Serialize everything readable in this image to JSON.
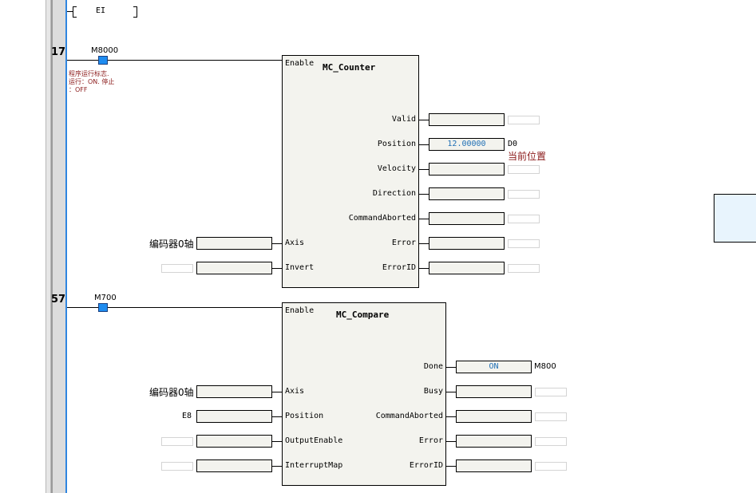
{
  "gutter": {
    "rung_numbers": [
      "17",
      "57"
    ]
  },
  "rung0": {
    "instruction": "EI"
  },
  "rung1": {
    "contact_device": "M8000",
    "contact_comment_lines": [
      "程序运行标志.",
      "运行：ON. 停止",
      "：OFF"
    ],
    "block": {
      "title": "MC_Counter",
      "inputs": [
        {
          "pin": "Enable"
        },
        {
          "pin": "Axis",
          "value": "",
          "label": "编码器0轴"
        },
        {
          "pin": "Invert",
          "value": "",
          "label": ""
        }
      ],
      "outputs": [
        {
          "pin": "Valid",
          "value": "",
          "label": ""
        },
        {
          "pin": "Position",
          "value": "12.00000",
          "label": "D0",
          "comment": "当前位置"
        },
        {
          "pin": "Velocity",
          "value": "",
          "label": ""
        },
        {
          "pin": "Direction",
          "value": "",
          "label": ""
        },
        {
          "pin": "CommandAborted",
          "value": "",
          "label": ""
        },
        {
          "pin": "Error",
          "value": "",
          "label": ""
        },
        {
          "pin": "ErrorID",
          "value": "",
          "label": ""
        }
      ]
    }
  },
  "rung2": {
    "contact_device": "M700",
    "block": {
      "title": "MC_Compare",
      "inputs": [
        {
          "pin": "Enable"
        },
        {
          "pin": "Axis",
          "value": "",
          "label": "编码器0轴"
        },
        {
          "pin": "Position",
          "value": "",
          "label": "E8"
        },
        {
          "pin": "OutputEnable",
          "value": "",
          "label": ""
        },
        {
          "pin": "InterruptMap",
          "value": "",
          "label": ""
        }
      ],
      "outputs": [
        {
          "pin": "Done",
          "value": "ON",
          "label": "M800"
        },
        {
          "pin": "Busy",
          "value": "",
          "label": ""
        },
        {
          "pin": "CommandAborted",
          "value": "",
          "label": ""
        },
        {
          "pin": "Error",
          "value": "",
          "label": ""
        },
        {
          "pin": "ErrorID",
          "value": "",
          "label": ""
        }
      ]
    }
  },
  "colors": {
    "rail": "#2f86e0",
    "contact": "#1e8cf0",
    "block_fill": "#f3f3ee",
    "monitor_value": "#1f6fb5",
    "comment": "#8b1a1a"
  }
}
